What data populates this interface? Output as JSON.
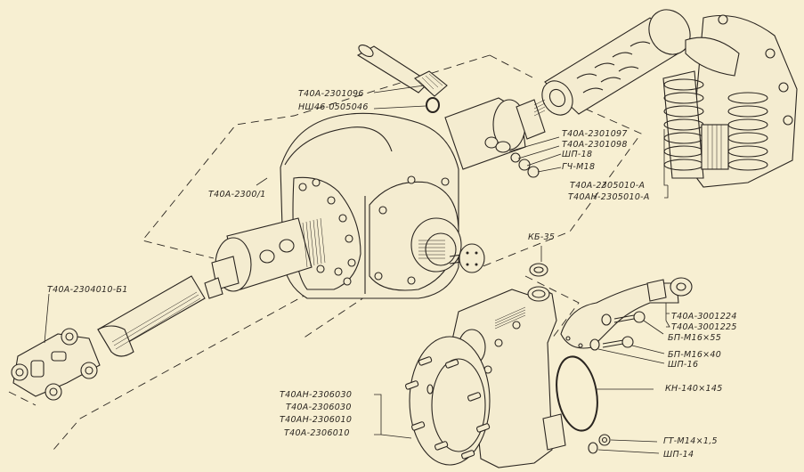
{
  "diagram": {
    "type": "exploded-assembly",
    "subject": "front drive axle / final drive assembly",
    "background_color": "#f7efd2",
    "ink_color": "#2a2520"
  },
  "labels": {
    "pinion_shaft": "Т40А-2301096",
    "pinion_ring": "НШ46-0505046",
    "flange_1": "Т40А-2301097",
    "flange_2": "Т40А-2301098",
    "washer_18": "ШП-18",
    "nut_m18": "ГЧ-М18",
    "hub_unit_a": "Т40А-2305010-А",
    "hub_unit_ah": "Т40АН-2305010-А",
    "main_housing": "Т40А-2300/1",
    "cardan_shaft": "Т40А-2304010-Б1",
    "lock_ring": "КБ-35",
    "lever_1": "Т40А-3001224",
    "lever_2": "Т40А-3001225",
    "bolt_m16x55": "БП-М16×55",
    "bolt_m16x40": "БП-М16×40",
    "washer_16": "ШП-16",
    "seal_ring": "КН-140×145",
    "wheel_reducer_ah_030": "Т40АН-2306030",
    "wheel_reducer_a_030": "Т40А-2306030",
    "wheel_reducer_ah_010": "Т40АН-2306010",
    "wheel_reducer_a_010": "Т40А-2306010",
    "nut_m14": "ГТ-М14×1,5",
    "washer_14": "ШП-14"
  }
}
